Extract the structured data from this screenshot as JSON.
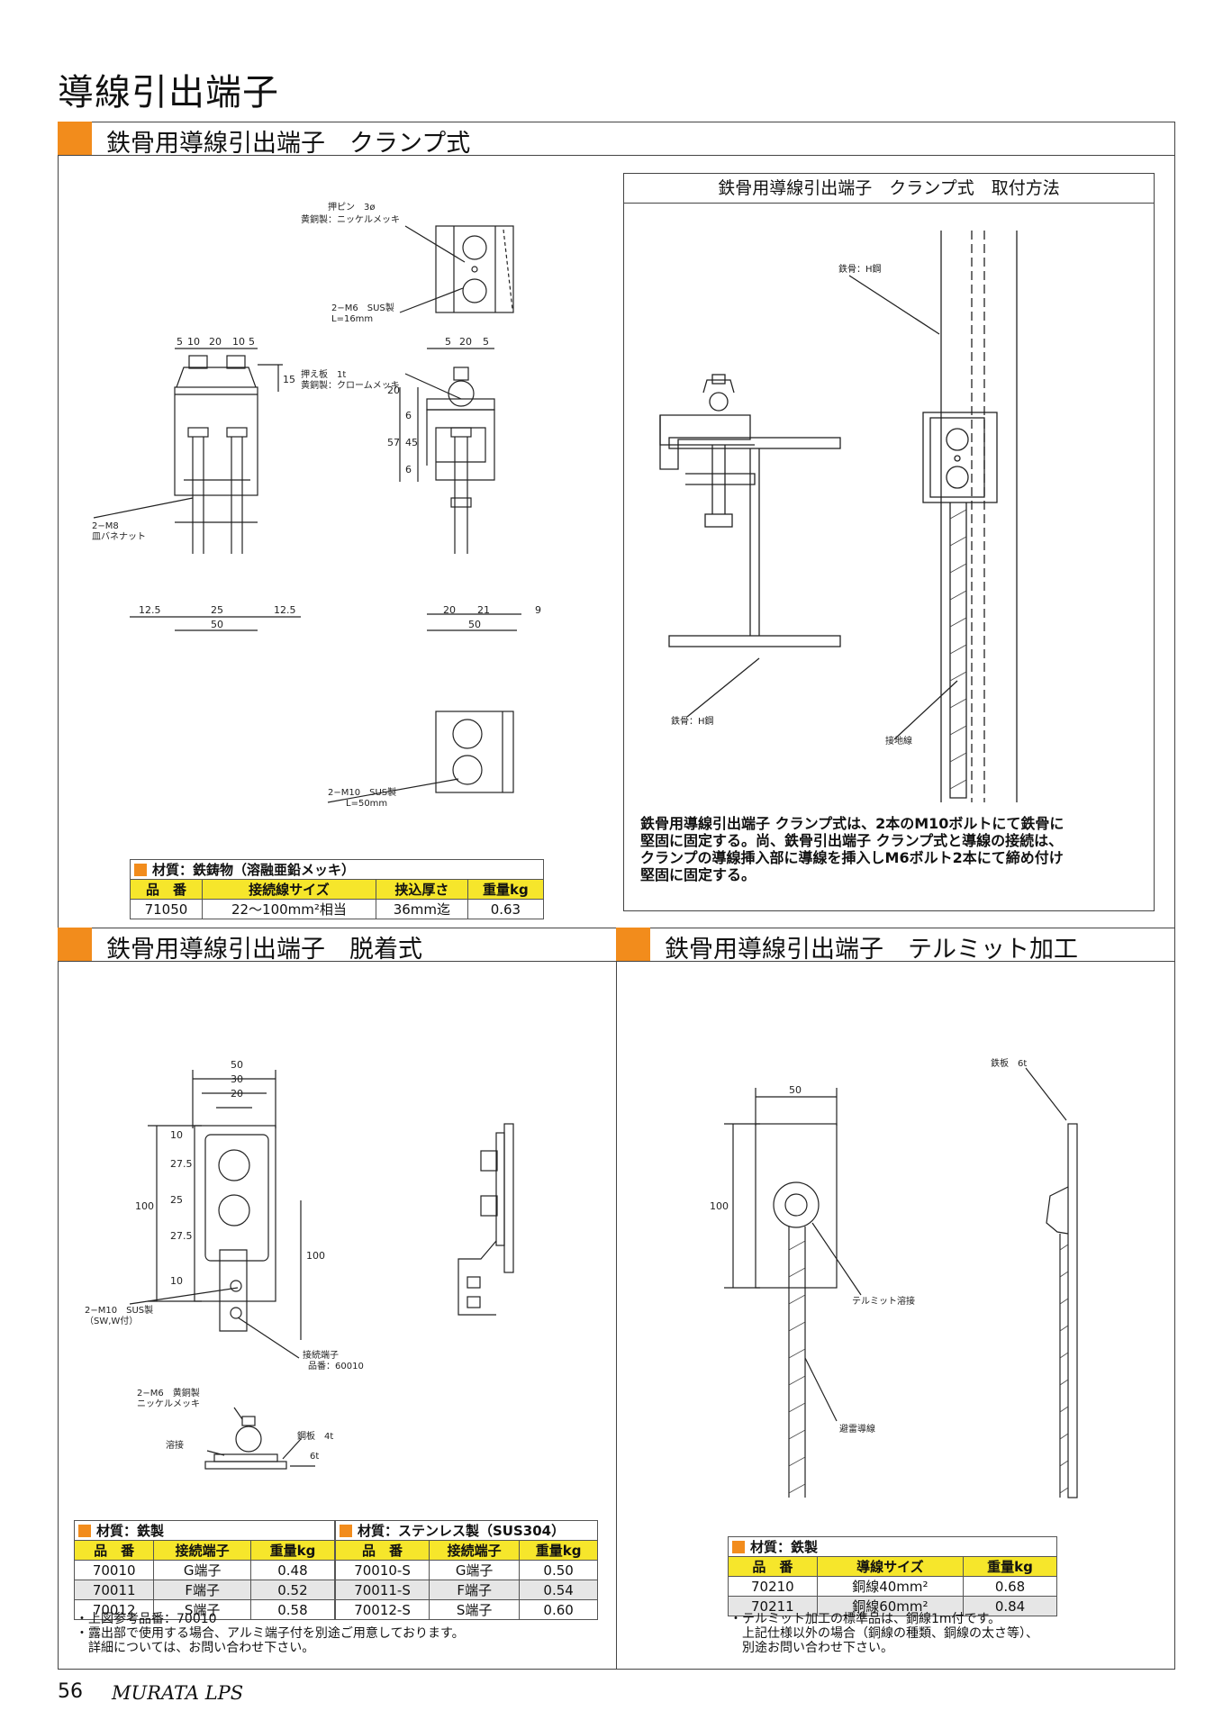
{
  "page_title": "導線引出端子",
  "sections": {
    "clamp": {
      "title": "鉄骨用導線引出端子　クランプ式"
    },
    "detach": {
      "title": "鉄骨用導線引出端子　脱着式"
    },
    "thermit": {
      "title": "鉄骨用導線引出端子　テルミット加工"
    }
  },
  "install": {
    "title": "鉄骨用導線引出端子　クランプ式　取付方法",
    "desc": "鉄骨用導線引出端子 クランプ式は、2本のM10ボルトにて鉄骨に\n堅固に固定する。尚、鉄骨引出端子 クランプ式と導線の接続は、\nクランプの導線挿入部に導線を挿入しM6ボルト2本にて締め付け\n堅固に固定する。",
    "labels": {
      "steel_top": "鉄骨：H鋼",
      "steel_bottom": "鉄骨：H鋼",
      "ground_wire": "接地線"
    }
  },
  "clamp_drawing": {
    "pin_label": "押ピン　3ø",
    "pin_material": "黄銅製：ニッケルメッキ",
    "m6_label": "2−M6　SUS製",
    "m6_length": "L=16mm",
    "plate_label": "押え板　1t",
    "plate_material": "黄銅製：クロームメッキ",
    "m8_label": "2−M8",
    "m8_material": "皿バネナット",
    "m10_label": "2−M10　SUS製",
    "m10_length": "L=50mm",
    "dims_front_top": [
      "5",
      "10",
      "20",
      "10",
      "5"
    ],
    "dim_15": "15",
    "dims_front_bottom": [
      "12.5",
      "25",
      "12.5"
    ],
    "dim_total": "50",
    "dims_side_top": [
      "5",
      "20",
      "5"
    ],
    "dims_side_left": [
      "20",
      "6",
      "45",
      "57",
      "6"
    ],
    "dims_side_bottom": [
      "20",
      "21",
      "9"
    ],
    "dim_side_total": "50"
  },
  "clamp_table": {
    "material": "材質：鉄鋳物（溶融亜鉛メッキ）",
    "headers": [
      "品　番",
      "接続線サイズ",
      "挟込厚さ",
      "重量kg"
    ],
    "rows": [
      [
        "71050",
        "22〜100mm²相当",
        "36mm迄",
        "0.63"
      ]
    ]
  },
  "detach_drawing": {
    "dims_top": [
      "50",
      "30",
      "20"
    ],
    "dims_left": [
      "10",
      "27.5",
      "25",
      "27.5",
      "10"
    ],
    "dim_100_left": "100",
    "dim_100_right": "100",
    "m10_label": "2−M10　SUS製",
    "m10_note": "（SW,W付）",
    "terminal_label": "接続端子",
    "terminal_no": "品番：60010",
    "m6_label": "2−M6　黄銅製",
    "m6_material": "ニッケルメッキ",
    "weld_label": "溶接",
    "plate4_label": "鋼板　4t",
    "plate6_label": "6t"
  },
  "detach_table_iron": {
    "material": "材質：鉄製",
    "headers": [
      "品　番",
      "接続端子",
      "重量kg"
    ],
    "rows": [
      [
        "70010",
        "G端子",
        "0.48"
      ],
      [
        "70011",
        "F端子",
        "0.52"
      ],
      [
        "70012",
        "S端子",
        "0.58"
      ]
    ]
  },
  "detach_table_sus": {
    "material": "材質：ステンレス製（SUS304）",
    "headers": [
      "品　番",
      "接続端子",
      "重量kg"
    ],
    "rows": [
      [
        "70010-S",
        "G端子",
        "0.50"
      ],
      [
        "70011-S",
        "F端子",
        "0.54"
      ],
      [
        "70012-S",
        "S端子",
        "0.60"
      ]
    ]
  },
  "detach_notes": [
    "・上図参考品番：70010",
    "・露出部で使用する場合、アルミ端子付を別途ご用意しております。",
    "　詳細については、お問い合わせ下さい。"
  ],
  "thermit_drawing": {
    "dim_50": "50",
    "dim_100": "100",
    "plate_label": "鉄板　6t",
    "weld_label": "テルミット溶接",
    "wire_label": "避雷導線"
  },
  "thermit_table": {
    "material": "材質：鉄製",
    "headers": [
      "品　番",
      "導線サイズ",
      "重量kg"
    ],
    "rows": [
      [
        "70210",
        "銅線40mm²",
        "0.68"
      ],
      [
        "70211",
        "銅線60mm²",
        "0.84"
      ]
    ]
  },
  "thermit_notes": [
    "・テルミット加工の標準品は、銅線1m付です。",
    "　上記仕様以外の場合（銅線の種類、銅線の太さ等）、",
    "　別途お問い合わせ下さい。"
  ],
  "footer": {
    "page_number": "56",
    "brand": "MURATA LPS"
  }
}
